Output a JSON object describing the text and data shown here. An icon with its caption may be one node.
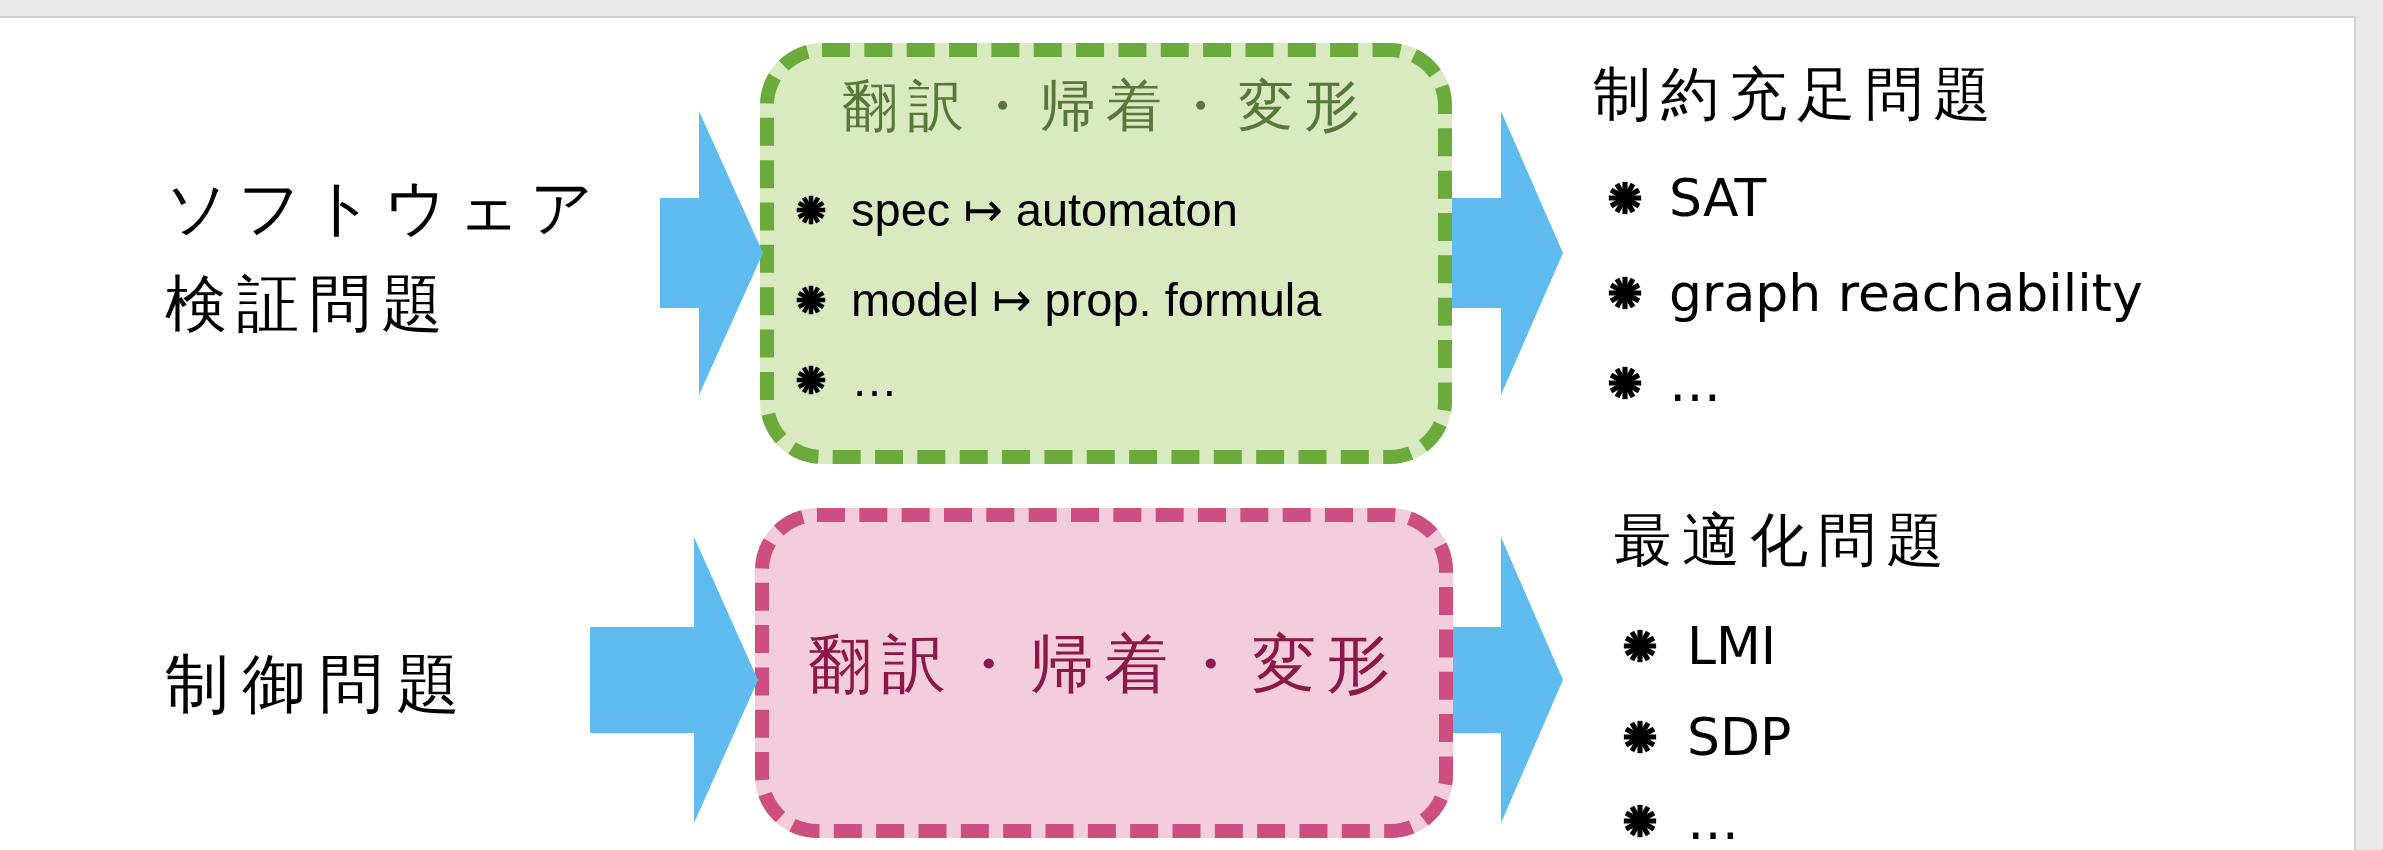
{
  "diagram": {
    "nodes": [
      {
        "text": [
          "ソフトウェア検証問題"
        ]
      },
      {
        "text": [
          "翻訳・帰着・変形",
          "spec ↦ automaton",
          "model ↦ prop. formula",
          "…"
        ]
      },
      {
        "text": [
          "制約充足問題",
          "SAT",
          "graph reachability",
          "…"
        ]
      },
      {
        "text": [
          "制御問題"
        ]
      },
      {
        "text": [
          "翻訳・帰着・変形"
        ]
      },
      {
        "text": [
          "最適化問題",
          "LMI",
          "SDP",
          "…"
        ]
      }
    ],
    "edges": [
      {
        "from": 0,
        "to": 1,
        "arrow": "to"
      },
      {
        "from": 1,
        "to": 2,
        "arrow": "to"
      },
      {
        "from": 3,
        "to": 4,
        "arrow": "to"
      },
      {
        "from": 4,
        "to": 5,
        "arrow": "to"
      }
    ]
  }
}
